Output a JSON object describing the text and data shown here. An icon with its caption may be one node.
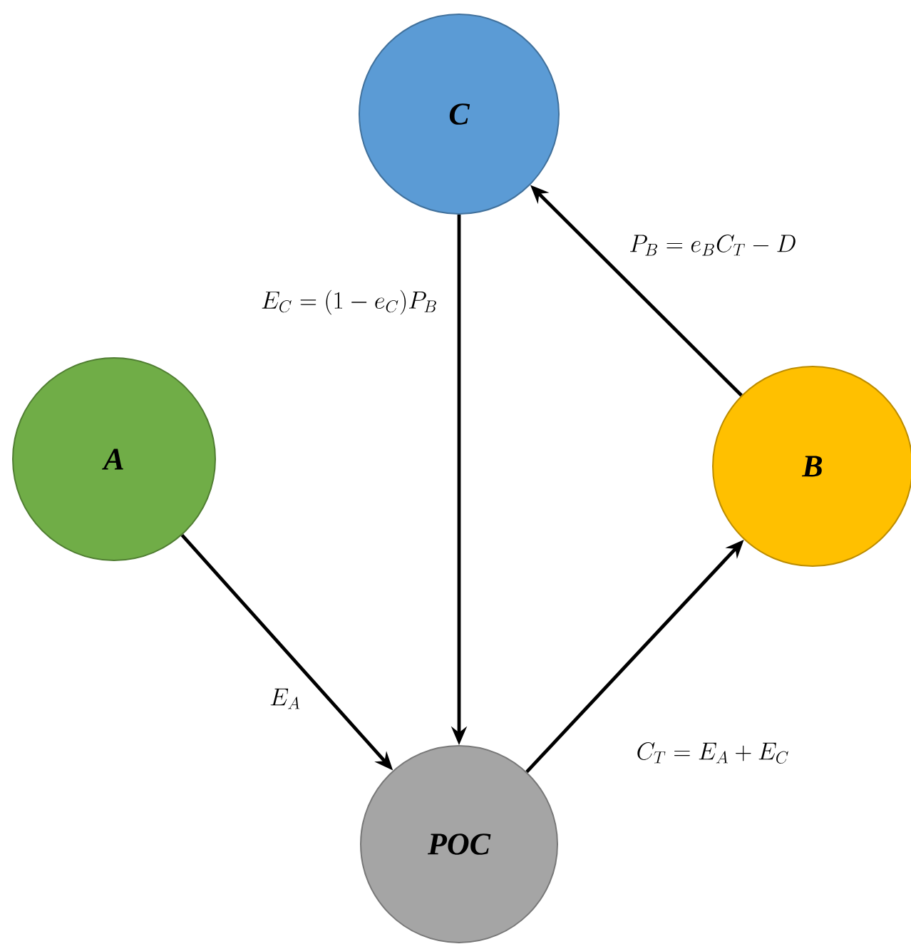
{
  "diagram": {
    "nodes": [
      {
        "text": [
          "C"
        ]
      },
      {
        "text": [
          "A"
        ]
      },
      {
        "text": [
          "B"
        ]
      },
      {
        "text": [
          "POC"
        ]
      }
    ],
    "edges": [
      {
        "from": 0,
        "to": 3,
        "arrow": "to",
        "label": "E_C = (1 - e_C)P_B"
      },
      {
        "from": 2,
        "to": 0,
        "arrow": "to",
        "label": "P_B = e_B C_T - D"
      },
      {
        "from": 1,
        "to": 3,
        "arrow": "to",
        "label": "E_A"
      },
      {
        "from": 3,
        "to": 2,
        "arrow": "to",
        "label": "C_T = E_A + E_C"
      }
    ]
  }
}
